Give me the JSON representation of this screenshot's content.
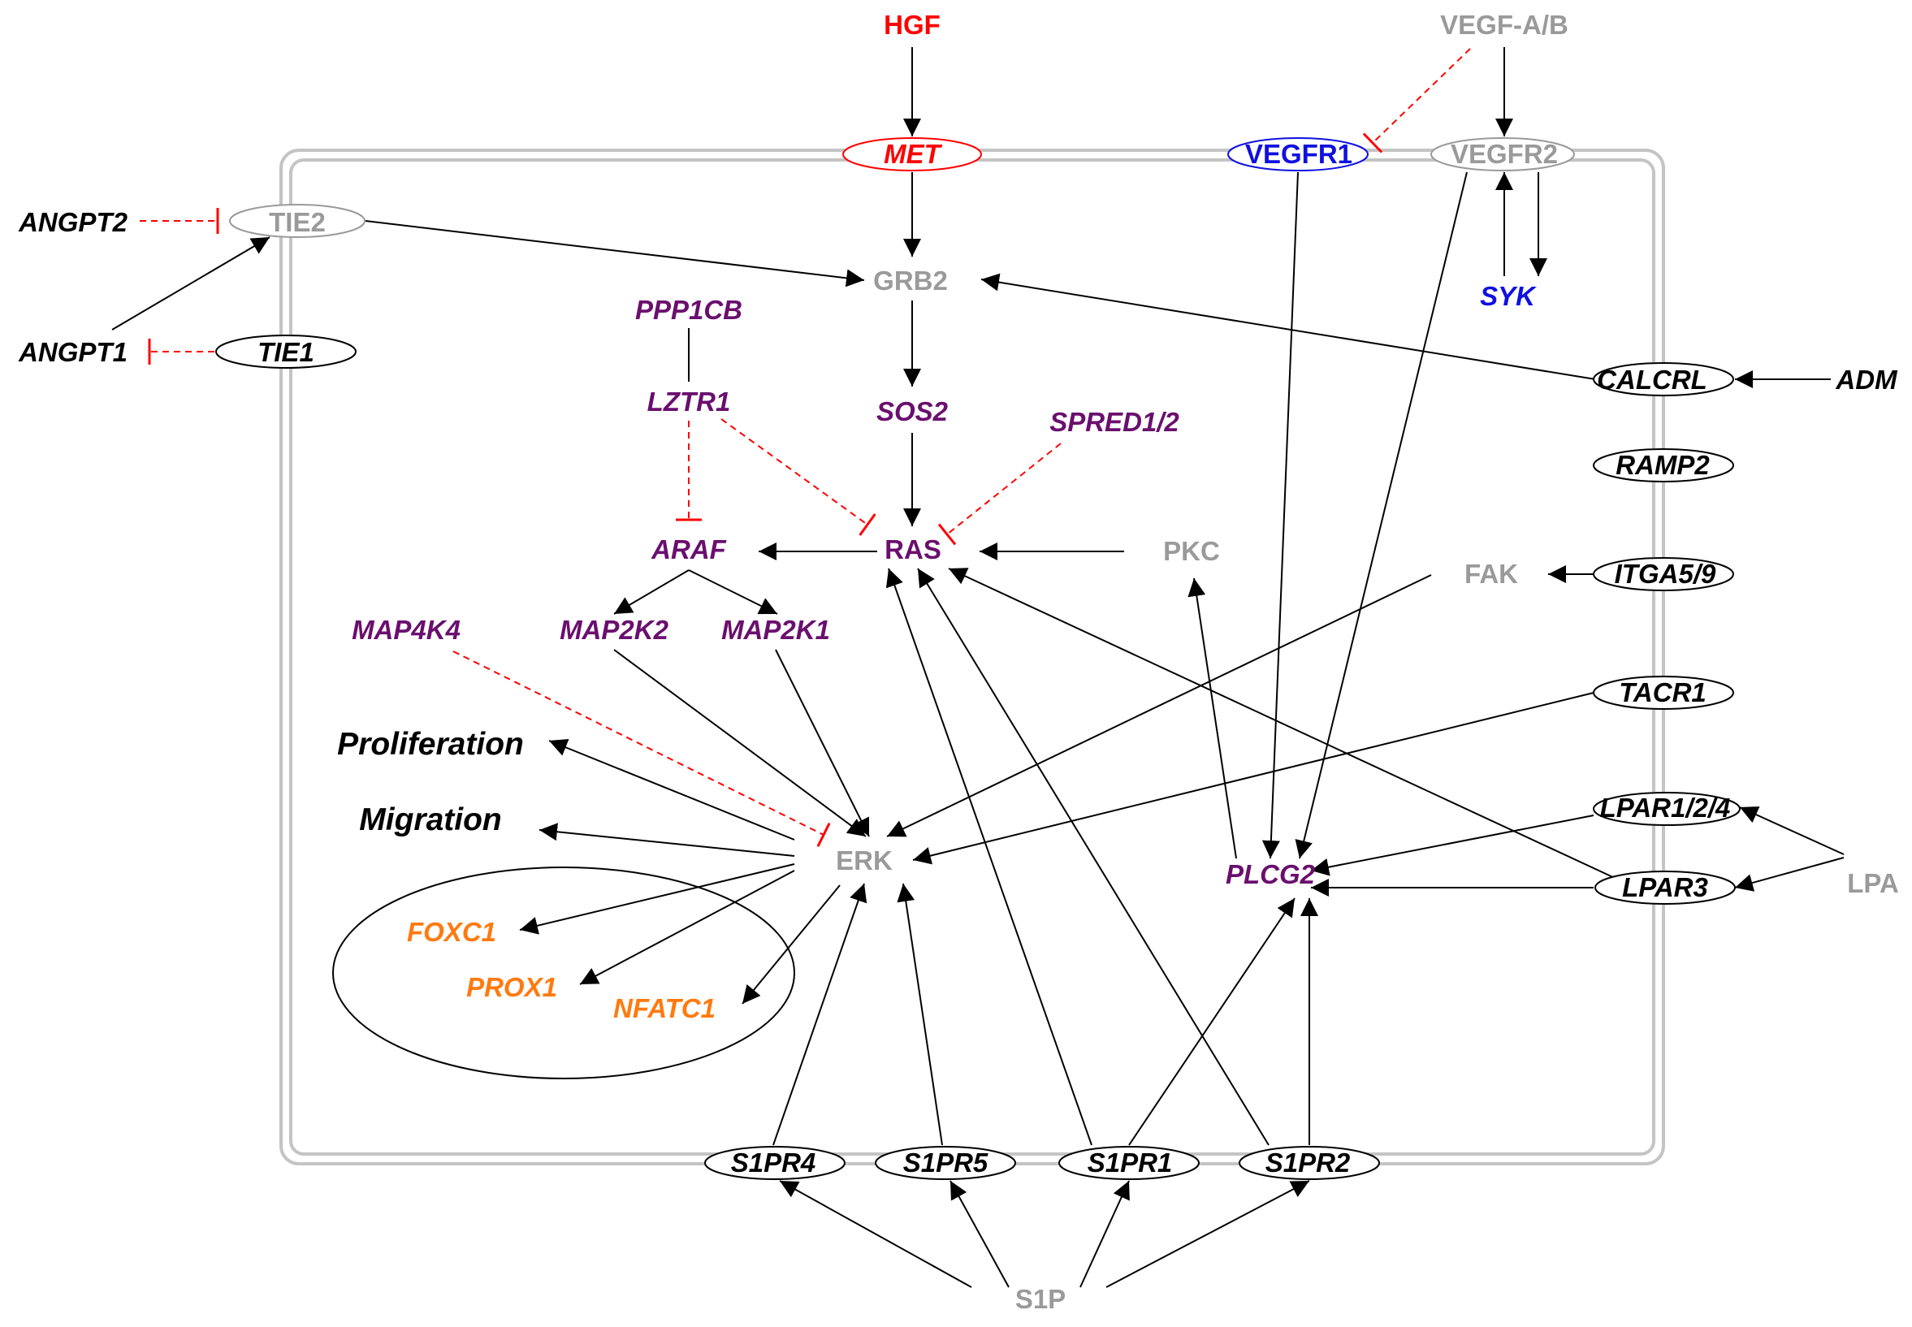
{
  "colors": {
    "black": "#000000",
    "gray": "#9a9a9a",
    "red": "#ff0000",
    "purple": "#6a0f6e",
    "blue": "#1010e0",
    "orange": "#ff7a10",
    "membrane": "#c4c4c4",
    "inhibit": "#ff0000"
  },
  "nodes": {
    "hgf": {
      "text": "HGF",
      "color": "red",
      "italic": false
    },
    "vegfab": {
      "text": "VEGF-A/B",
      "color": "gray",
      "italic": false
    },
    "met": {
      "text": "MET",
      "color": "red",
      "italic": true
    },
    "vegfr1": {
      "text": "VEGFR1",
      "color": "blue",
      "italic": false
    },
    "vegfr2": {
      "text": "VEGFR2",
      "color": "gray",
      "italic": false
    },
    "angpt2": {
      "text": "ANGPT2",
      "color": "black",
      "italic": true
    },
    "tie2": {
      "text": "TIE2",
      "color": "gray",
      "italic": false
    },
    "angpt1": {
      "text": "ANGPT1",
      "color": "black",
      "italic": true
    },
    "tie1": {
      "text": "TIE1",
      "color": "black",
      "italic": true
    },
    "grb2": {
      "text": "GRB2",
      "color": "gray",
      "italic": false
    },
    "syk": {
      "text": "SYK",
      "color": "blue",
      "italic": true
    },
    "ppp1cb": {
      "text": "PPP1CB",
      "color": "purple",
      "italic": true
    },
    "lztr1": {
      "text": "LZTR1",
      "color": "purple",
      "italic": true
    },
    "sos2": {
      "text": "SOS2",
      "color": "purple",
      "italic": true
    },
    "spred": {
      "text": "SPRED1/2",
      "color": "purple",
      "italic": true
    },
    "calcrl": {
      "text": "CALCRL",
      "color": "black",
      "italic": true
    },
    "adm": {
      "text": "ADM",
      "color": "black",
      "italic": true
    },
    "ramp2": {
      "text": "RAMP2",
      "color": "black",
      "italic": true
    },
    "araf": {
      "text": "ARAF",
      "color": "purple",
      "italic": true
    },
    "ras": {
      "text": "RAS",
      "color": "purple",
      "italic": false
    },
    "pkc": {
      "text": "PKC",
      "color": "gray",
      "italic": false
    },
    "fak": {
      "text": "FAK",
      "color": "gray",
      "italic": false
    },
    "itga": {
      "text": "ITGA5/9",
      "color": "black",
      "italic": true
    },
    "map4k4": {
      "text": "MAP4K4",
      "color": "purple",
      "italic": true
    },
    "map2k2": {
      "text": "MAP2K2",
      "color": "purple",
      "italic": true
    },
    "map2k1": {
      "text": "MAP2K1",
      "color": "purple",
      "italic": true
    },
    "tacr1": {
      "text": "TACR1",
      "color": "black",
      "italic": true
    },
    "proliferation": {
      "text": "Proliferation",
      "color": "black",
      "italic": true
    },
    "migration": {
      "text": "Migration",
      "color": "black",
      "italic": true
    },
    "erk": {
      "text": "ERK",
      "color": "gray",
      "italic": false
    },
    "lpar124": {
      "text": "LPAR1/2/4",
      "color": "black",
      "italic": true
    },
    "lpa": {
      "text": "LPA",
      "color": "gray",
      "italic": false
    },
    "plcg2": {
      "text": "PLCG2",
      "color": "purple",
      "italic": true
    },
    "lpar3": {
      "text": "LPAR3",
      "color": "black",
      "italic": true
    },
    "foxc1": {
      "text": "FOXC1",
      "color": "orange",
      "italic": true
    },
    "prox1": {
      "text": "PROX1",
      "color": "orange",
      "italic": true
    },
    "nfatc1": {
      "text": "NFATC1",
      "color": "orange",
      "italic": true
    },
    "s1pr4": {
      "text": "S1PR4",
      "color": "black",
      "italic": true
    },
    "s1pr5": {
      "text": "S1PR5",
      "color": "black",
      "italic": true
    },
    "s1pr1": {
      "text": "S1PR1",
      "color": "black",
      "italic": true
    },
    "s1pr2": {
      "text": "S1PR2",
      "color": "black",
      "italic": true
    },
    "s1p": {
      "text": "S1P",
      "color": "gray",
      "italic": false
    }
  },
  "edges": [
    {
      "from": "hgf",
      "to": "met",
      "type": "activation"
    },
    {
      "from": "vegfab",
      "to": "vegfr2",
      "type": "activation"
    },
    {
      "from": "vegfab",
      "to": "vegfr1",
      "type": "inhibition"
    },
    {
      "from": "met",
      "to": "grb2",
      "type": "activation"
    },
    {
      "from": "tie2",
      "to": "grb2",
      "type": "activation"
    },
    {
      "from": "angpt2",
      "to": "tie2",
      "type": "inhibition"
    },
    {
      "from": "angpt1",
      "to": "tie2",
      "type": "activation"
    },
    {
      "from": "tie1",
      "to": "angpt1",
      "type": "inhibition"
    },
    {
      "from": "calcrl",
      "to": "grb2",
      "type": "activation"
    },
    {
      "from": "adm",
      "to": "calcrl",
      "type": "activation"
    },
    {
      "from": "syk",
      "to": "vegfr2",
      "type": "activation"
    },
    {
      "from": "vegfr2",
      "to": "syk",
      "type": "activation"
    },
    {
      "from": "grb2",
      "to": "sos2",
      "type": "activation"
    },
    {
      "from": "sos2",
      "to": "ras",
      "type": "activation"
    },
    {
      "from": "ppp1cb",
      "to": "lztr1",
      "type": "association"
    },
    {
      "from": "lztr1",
      "to": "araf",
      "type": "inhibition"
    },
    {
      "from": "lztr1",
      "to": "ras",
      "type": "inhibition"
    },
    {
      "from": "spred",
      "to": "ras",
      "type": "inhibition"
    },
    {
      "from": "ras",
      "to": "araf",
      "type": "activation"
    },
    {
      "from": "pkc",
      "to": "ras",
      "type": "activation"
    },
    {
      "from": "araf",
      "to": "map2k2",
      "type": "activation"
    },
    {
      "from": "araf",
      "to": "map2k1",
      "type": "activation"
    },
    {
      "from": "map2k2",
      "to": "erk",
      "type": "activation"
    },
    {
      "from": "map2k1",
      "to": "erk",
      "type": "activation"
    },
    {
      "from": "map4k4",
      "to": "erk",
      "type": "inhibition"
    },
    {
      "from": "itga",
      "to": "fak",
      "type": "activation"
    },
    {
      "from": "fak",
      "to": "erk",
      "type": "activation"
    },
    {
      "from": "tacr1",
      "to": "erk",
      "type": "activation"
    },
    {
      "from": "erk",
      "to": "proliferation",
      "type": "activation"
    },
    {
      "from": "erk",
      "to": "migration",
      "type": "activation"
    },
    {
      "from": "erk",
      "to": "foxc1",
      "type": "activation"
    },
    {
      "from": "erk",
      "to": "prox1",
      "type": "activation"
    },
    {
      "from": "erk",
      "to": "nfatc1",
      "type": "activation"
    },
    {
      "from": "vegfr1",
      "to": "plcg2",
      "type": "activation"
    },
    {
      "from": "vegfr2",
      "to": "plcg2",
      "type": "activation"
    },
    {
      "from": "plcg2",
      "to": "pkc",
      "type": "activation"
    },
    {
      "from": "lpar124",
      "to": "plcg2",
      "type": "activation"
    },
    {
      "from": "lpar3",
      "to": "plcg2",
      "type": "activation"
    },
    {
      "from": "lpar3",
      "to": "ras",
      "type": "activation"
    },
    {
      "from": "lpa",
      "to": "lpar124",
      "type": "activation"
    },
    {
      "from": "lpa",
      "to": "lpar3",
      "type": "activation"
    },
    {
      "from": "s1pr4",
      "to": "erk",
      "type": "activation"
    },
    {
      "from": "s1pr5",
      "to": "erk",
      "type": "activation"
    },
    {
      "from": "s1pr1",
      "to": "ras",
      "type": "activation"
    },
    {
      "from": "s1pr1",
      "to": "plcg2",
      "type": "activation"
    },
    {
      "from": "s1pr2",
      "to": "ras",
      "type": "activation"
    },
    {
      "from": "s1pr2",
      "to": "plcg2",
      "type": "activation"
    },
    {
      "from": "s1p",
      "to": "s1pr4",
      "type": "activation"
    },
    {
      "from": "s1p",
      "to": "s1pr5",
      "type": "activation"
    },
    {
      "from": "s1p",
      "to": "s1pr1",
      "type": "activation"
    },
    {
      "from": "s1p",
      "to": "s1pr2",
      "type": "activation"
    }
  ]
}
